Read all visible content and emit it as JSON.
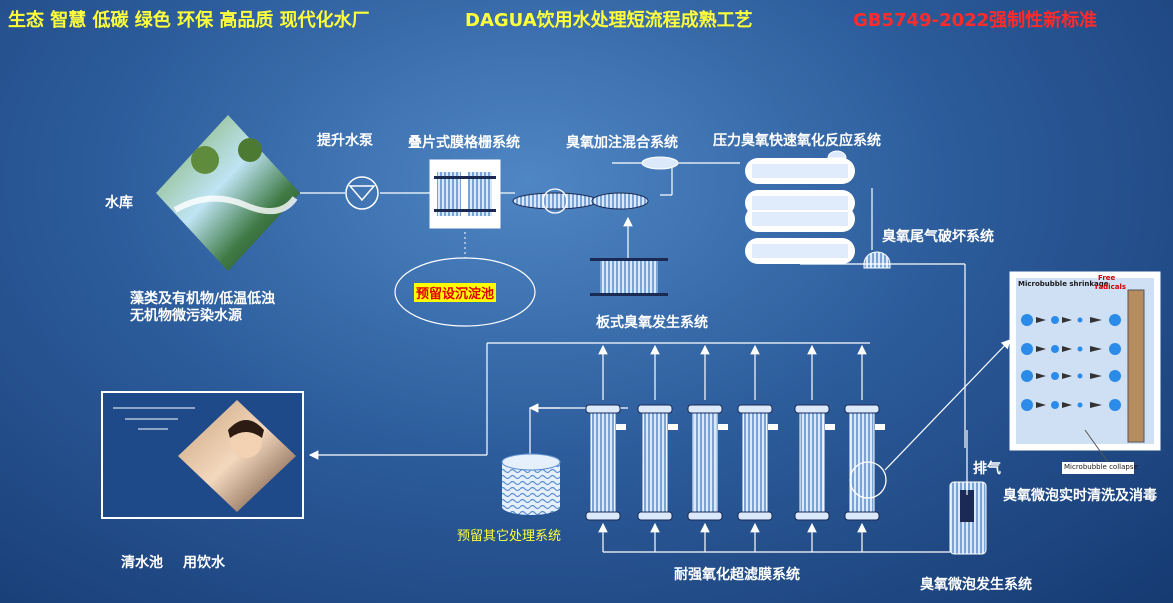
{
  "header": {
    "slogan": "生态 智慧 低碳 绿色 环保 高品质 现代化水厂",
    "process_title": "DAGUA饮用水处理短流程成熟工艺",
    "standard": "GB5749-2022强制性新标准"
  },
  "labels": {
    "lift_pump": "提升水泵",
    "membrane_grid": "叠片式膜格栅系统",
    "ozone_mixing": "臭氧加注混合系统",
    "pressure_reactor": "压力臭氧快速氧化反应系统",
    "reservoir": "水库",
    "tail_gas": "臭氧尾气破坏系统",
    "source_line1": "藻类及有机物/低温低浊",
    "source_line2": "无机物微污染水源",
    "reserved_sedimentation": "预留设沉淀池",
    "plate_ozone": "板式臭氧发生系统",
    "exhaust": "排气",
    "microbubble_clean": "臭氧微泡实时清洗及消毒",
    "clear_pool": "清水池",
    "drinking_water": "用饮水",
    "reserved_other": "预留其它处理系统",
    "uf_system": "耐强氧化超滤膜系统",
    "microbubble_gen": "臭氧微泡发生系统"
  },
  "inset": {
    "shrinkage_label": "Microbubble shrinkage",
    "free_radicals_line1": "Free",
    "free_radicals_line2": "radicals",
    "collapse_label": "Microbubble collapse"
  },
  "colors": {
    "slogan": "#ffff3a",
    "standard": "#ff2a2a",
    "reserved_other": "#ffff3a",
    "reserved_sedimentation_bg": "#ffff00",
    "reserved_sedimentation_text": "#e00000"
  }
}
